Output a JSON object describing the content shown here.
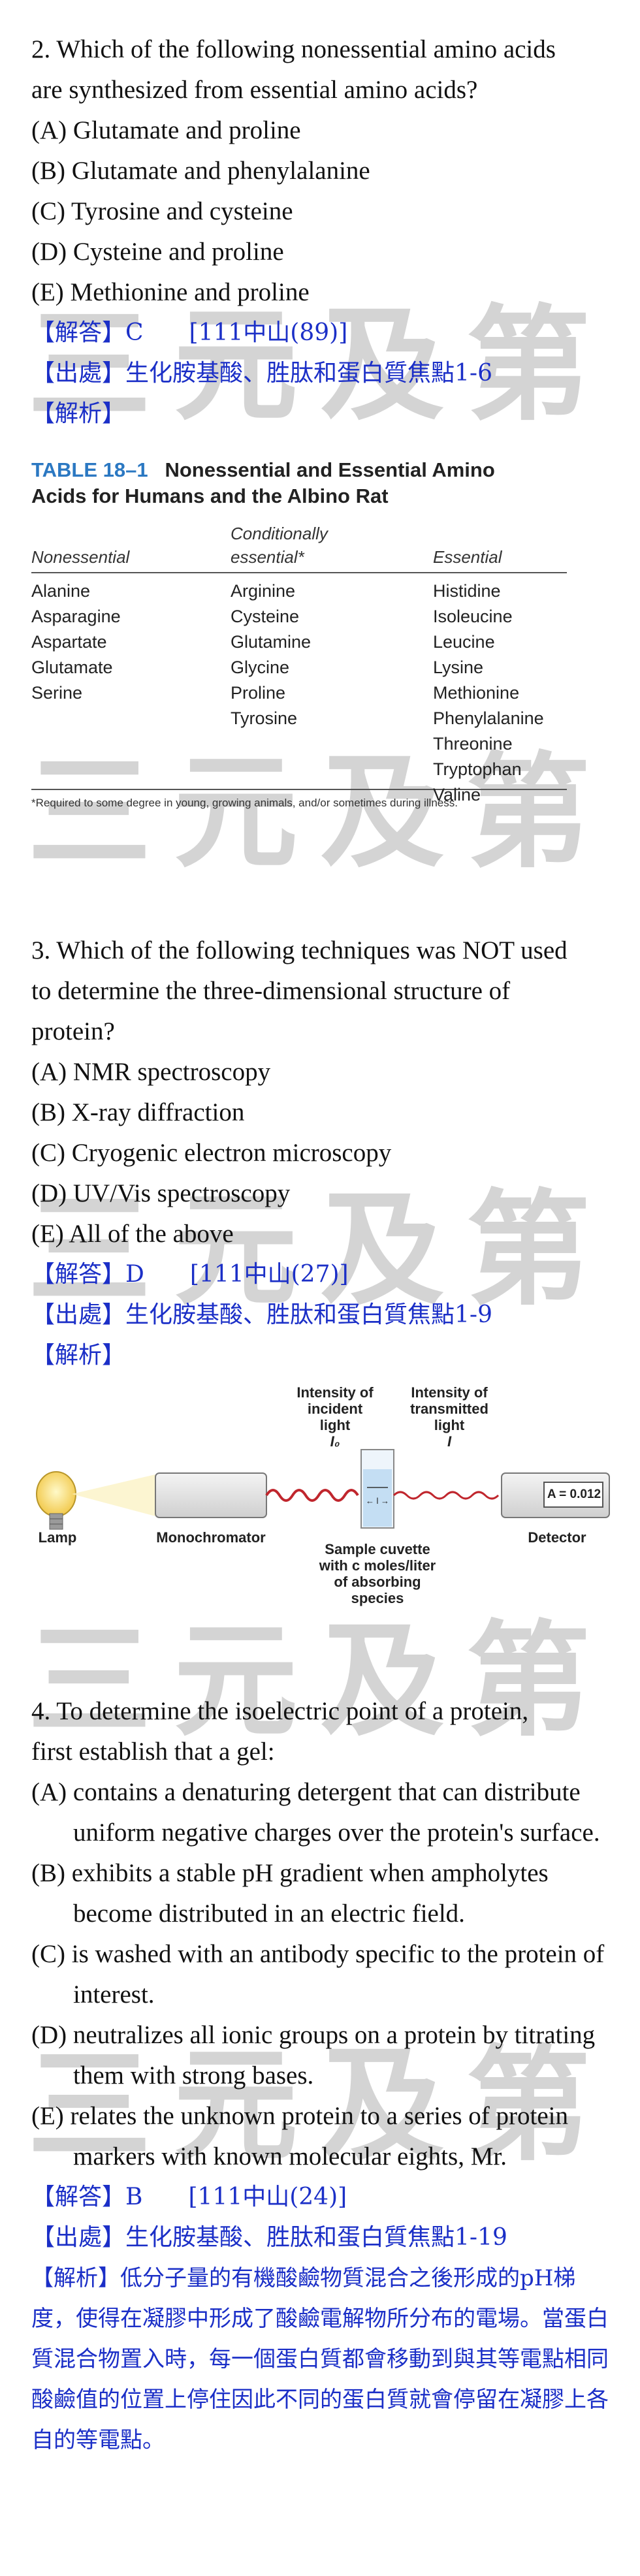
{
  "watermark": "三元及第",
  "q2": {
    "stem1": "2. Which of the following nonessential amino acids",
    "stem2": "are synthesized from essential amino acids?",
    "options": [
      "(A) Glutamate and proline",
      "(B) Glutamate and phenylalanine",
      "(C) Tyrosine and cysteine",
      "(D) Cysteine and proline",
      "(E) Methionine and proline"
    ],
    "answer_label": "【解答】C",
    "answer_ref": "[111中山(89)]",
    "source": "【出處】生化胺基酸、胜肽和蛋白質焦點1-6",
    "explain": "【解析】"
  },
  "table": {
    "num": "TABLE 18–1",
    "title1": "Nonessential and Essential Amino",
    "title2": "Acids for Humans and the Albino Rat",
    "head_nonessential": "Nonessential",
    "head_conditional1": "Conditionally",
    "head_conditional2": "essential*",
    "head_essential": "Essential",
    "nonessential": [
      "Alanine",
      "Asparagine",
      "Aspartate",
      "Glutamate",
      "Serine"
    ],
    "conditional": [
      "Arginine",
      "Cysteine",
      "Glutamine",
      "Glycine",
      "Proline",
      "Tyrosine"
    ],
    "essential": [
      "Histidine",
      "Isoleucine",
      "Leucine",
      "Lysine",
      "Methionine",
      "Phenylalanine",
      "Threonine",
      "Tryptophan",
      "Valine"
    ],
    "note": "*Required to some degree in young, growing animals, and/or sometimes during illness."
  },
  "q3": {
    "stem1": "3. Which of the following techniques was NOT used",
    "stem2": "to determine the three-dimensional structure of",
    "stem3": "protein?",
    "options": [
      "(A) NMR spectroscopy",
      "(B) X-ray diffraction",
      "(C) Cryogenic electron microscopy",
      "(D) UV/Vis spectroscopy",
      "(E) All of the above"
    ],
    "answer_label": "【解答】D",
    "answer_ref": "[111中山(27)]",
    "source": "【出處】生化胺基酸、胜肽和蛋白質焦點1-9",
    "explain": "【解析】"
  },
  "spectro": {
    "incident": [
      "Intensity of",
      "incident",
      "light",
      "I₀"
    ],
    "transmitted": [
      "Intensity of",
      "transmitted",
      "light",
      "I"
    ],
    "lamp": "Lamp",
    "mono": "Monochromator",
    "detector": "Detector",
    "readout": "A = 0.012",
    "cuvette": [
      "Sample cuvette",
      "with c moles/liter",
      "of absorbing",
      "species"
    ],
    "path": "← l →"
  },
  "q4": {
    "stem1": "4. To determine the isoelectric point of a protein,",
    "stem2": "first establish that a gel:",
    "options": [
      "(A) contains a denaturing detergent that can distribute uniform negative charges over the protein's surface.",
      "(B) exhibits a stable pH gradient when ampholytes become distributed in an electric field.",
      "(C) is washed with an antibody specific to the protein of interest.",
      "(D) neutralizes all ionic groups on a protein by titrating them with strong bases.",
      "(E) relates the unknown protein to a series of protein markers with known molecular eights, Mr."
    ],
    "answer_label": "【解答】B",
    "answer_ref": "[111中山(24)]",
    "source": "【出處】生化胺基酸、胜肽和蛋白質焦點1-19",
    "explain": "【解析】低分子量的有機酸鹼物質混合之後形成的pH梯度，使得在凝膠中形成了酸鹼電解物所分布的電場。當蛋白質混合物置入時，每一個蛋白質都會移動到與其等電點相同酸鹼值的位置上停住因此不同的蛋白質就會停留在凝膠上各自的等電點。"
  }
}
